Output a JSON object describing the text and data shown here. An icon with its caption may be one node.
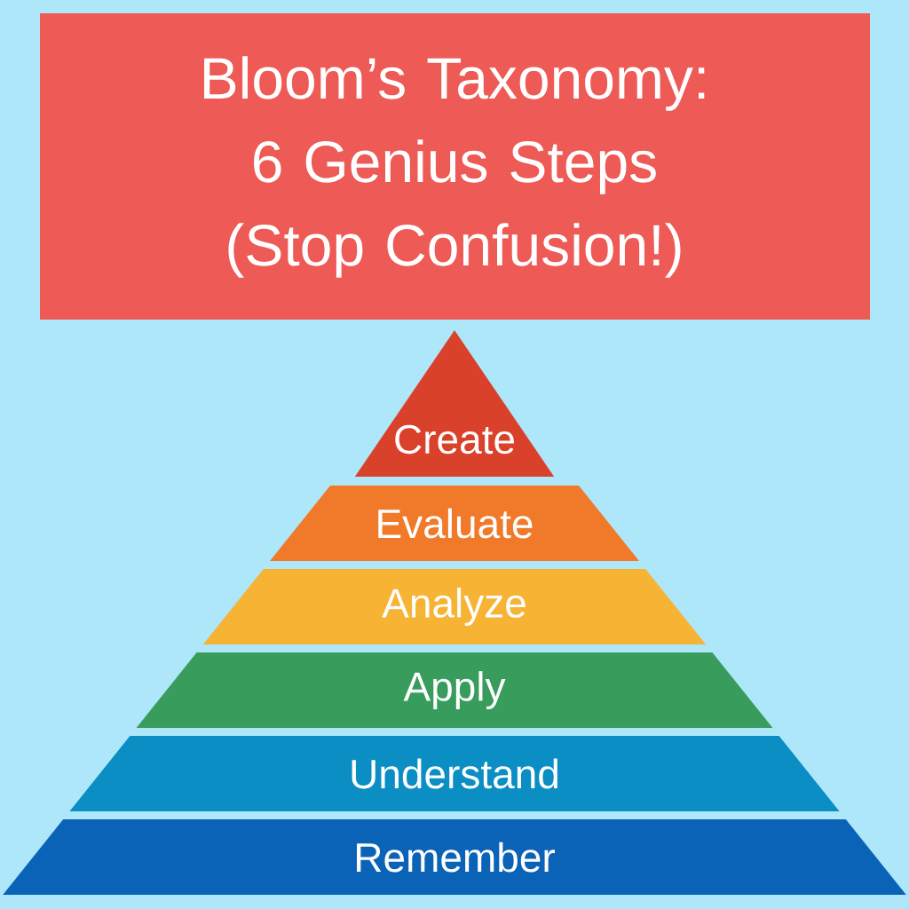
{
  "diagram": {
    "title": "Bloom’s Taxonomy: 6 Genius Steps (Stop Confusion!)",
    "nodes": [
      {
        "text": [
          "Create"
        ]
      },
      {
        "text": [
          "Evaluate"
        ]
      },
      {
        "text": [
          "Analyze"
        ]
      },
      {
        "text": [
          "Apply"
        ]
      },
      {
        "text": [
          "Understand"
        ]
      },
      {
        "text": [
          "Remember"
        ]
      }
    ]
  }
}
